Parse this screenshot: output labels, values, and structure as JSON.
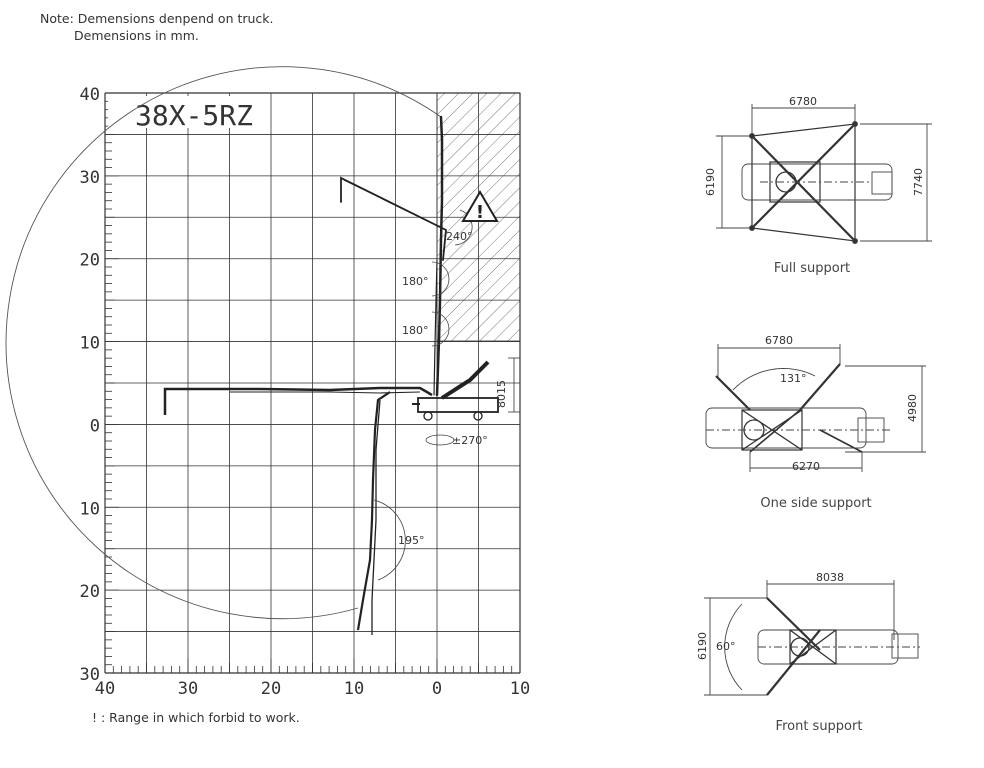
{
  "note": {
    "line1": "Note: Demensions denpend on truck.",
    "line2": "Demensions in mm."
  },
  "main_diagram": {
    "model": "38X-5RZ",
    "y_ticks_left": [
      "40",
      "30",
      "20",
      "10",
      "0",
      "10",
      "20",
      "30"
    ],
    "x_ticks_bottom": [
      "40",
      "30",
      "20",
      "10",
      "0",
      "10"
    ],
    "angle_labels": [
      "240°",
      "180°",
      "180°",
      "195°",
      "±270°"
    ],
    "dimension_8015": "8015",
    "warning_symbol": "!"
  },
  "footnote": "! :  Range in which forbid to work.",
  "supports": {
    "full": {
      "caption": "Full support",
      "width": "6780",
      "left": "6190",
      "right": "7740"
    },
    "one_side": {
      "caption": "One side support",
      "top": "6780",
      "angle": "131°",
      "bottom": "6270",
      "right": "4980"
    },
    "front": {
      "caption": "Front support",
      "top": "8038",
      "left": "6190",
      "angle": "60°"
    }
  }
}
